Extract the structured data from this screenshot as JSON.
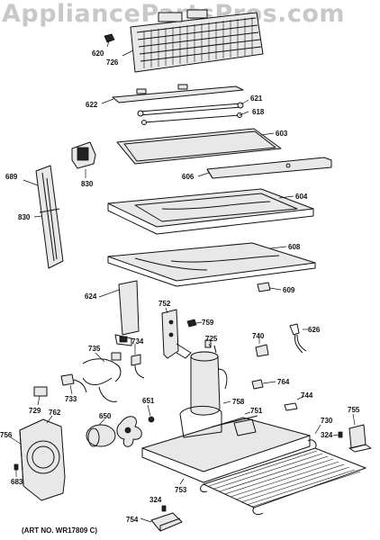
{
  "watermark": "AppliancePartsPros.com",
  "art_number": "(ART NO. WR17809 C)",
  "part_labels": {
    "p620": "620",
    "p726": "726",
    "p622": "622",
    "p621": "621",
    "p618": "618",
    "p603": "603",
    "p830a": "830",
    "p606": "606",
    "p689": "689",
    "p830b": "830",
    "p604": "604",
    "p608": "608",
    "p609": "609",
    "p624": "624",
    "p752": "752",
    "p759": "759",
    "p626": "626",
    "p725": "725",
    "p740": "740",
    "p735": "735",
    "p734": "734",
    "p764": "764",
    "p651": "651",
    "p744": "744",
    "p733": "733",
    "p758": "758",
    "p729": "729",
    "p762": "762",
    "p650": "650",
    "p751": "751",
    "p755": "755",
    "p730": "730",
    "p324a": "324",
    "p756": "756",
    "p683": "683",
    "p753": "753",
    "p324b": "324",
    "p754": "754"
  }
}
